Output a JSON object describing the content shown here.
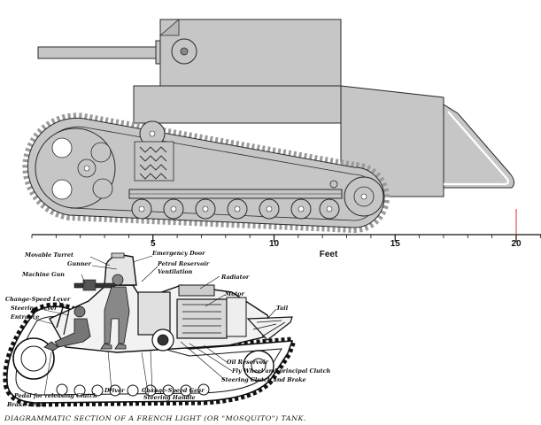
{
  "scale": {
    "unit_label": "Feet",
    "range_ft": [
      0,
      21
    ],
    "tick_labels": [
      "5",
      "10",
      "15",
      "20"
    ],
    "reference_mark_ft": 20
  },
  "colors": {
    "hull": "#c6c6c6",
    "outline": "#2a2a2a",
    "track_teeth": "#9a9a9a",
    "reference_mark": "#e05050",
    "background": "#ffffff"
  },
  "diagram": {
    "labels": {
      "movable_turret": "Movable Turret",
      "gunner": "Gunner",
      "emergency_door": "Emergency Door",
      "petrol_reservoir": "Petrol Reservoir",
      "ventilation": "Ventilation",
      "radiator": "Radiator",
      "machine_gun": "Machine Gun",
      "motor": "Motor",
      "tail": "Tail",
      "change_speed_lever": "Change-Speed Lever",
      "steering_lever": "Steering Lever",
      "entrance": "Entrance",
      "oil_reservoir": "Oil Reservoir",
      "fly_wheel": "Fly Wheel and principal Clutch",
      "steering_clutch": "Steering Clutch and Brake",
      "change_speed_gear": "Change-Speed Gear",
      "steering_handle": "Steering Handle",
      "driver": "Driver",
      "pedal_clutch": "Pedal for releasing Clutch",
      "brake_pedal": "Brake Pedal"
    },
    "caption": "DIAGRAMMATIC SECTION OF A FRENCH LIGHT (OR \"MOSQUITO\") TANK."
  }
}
